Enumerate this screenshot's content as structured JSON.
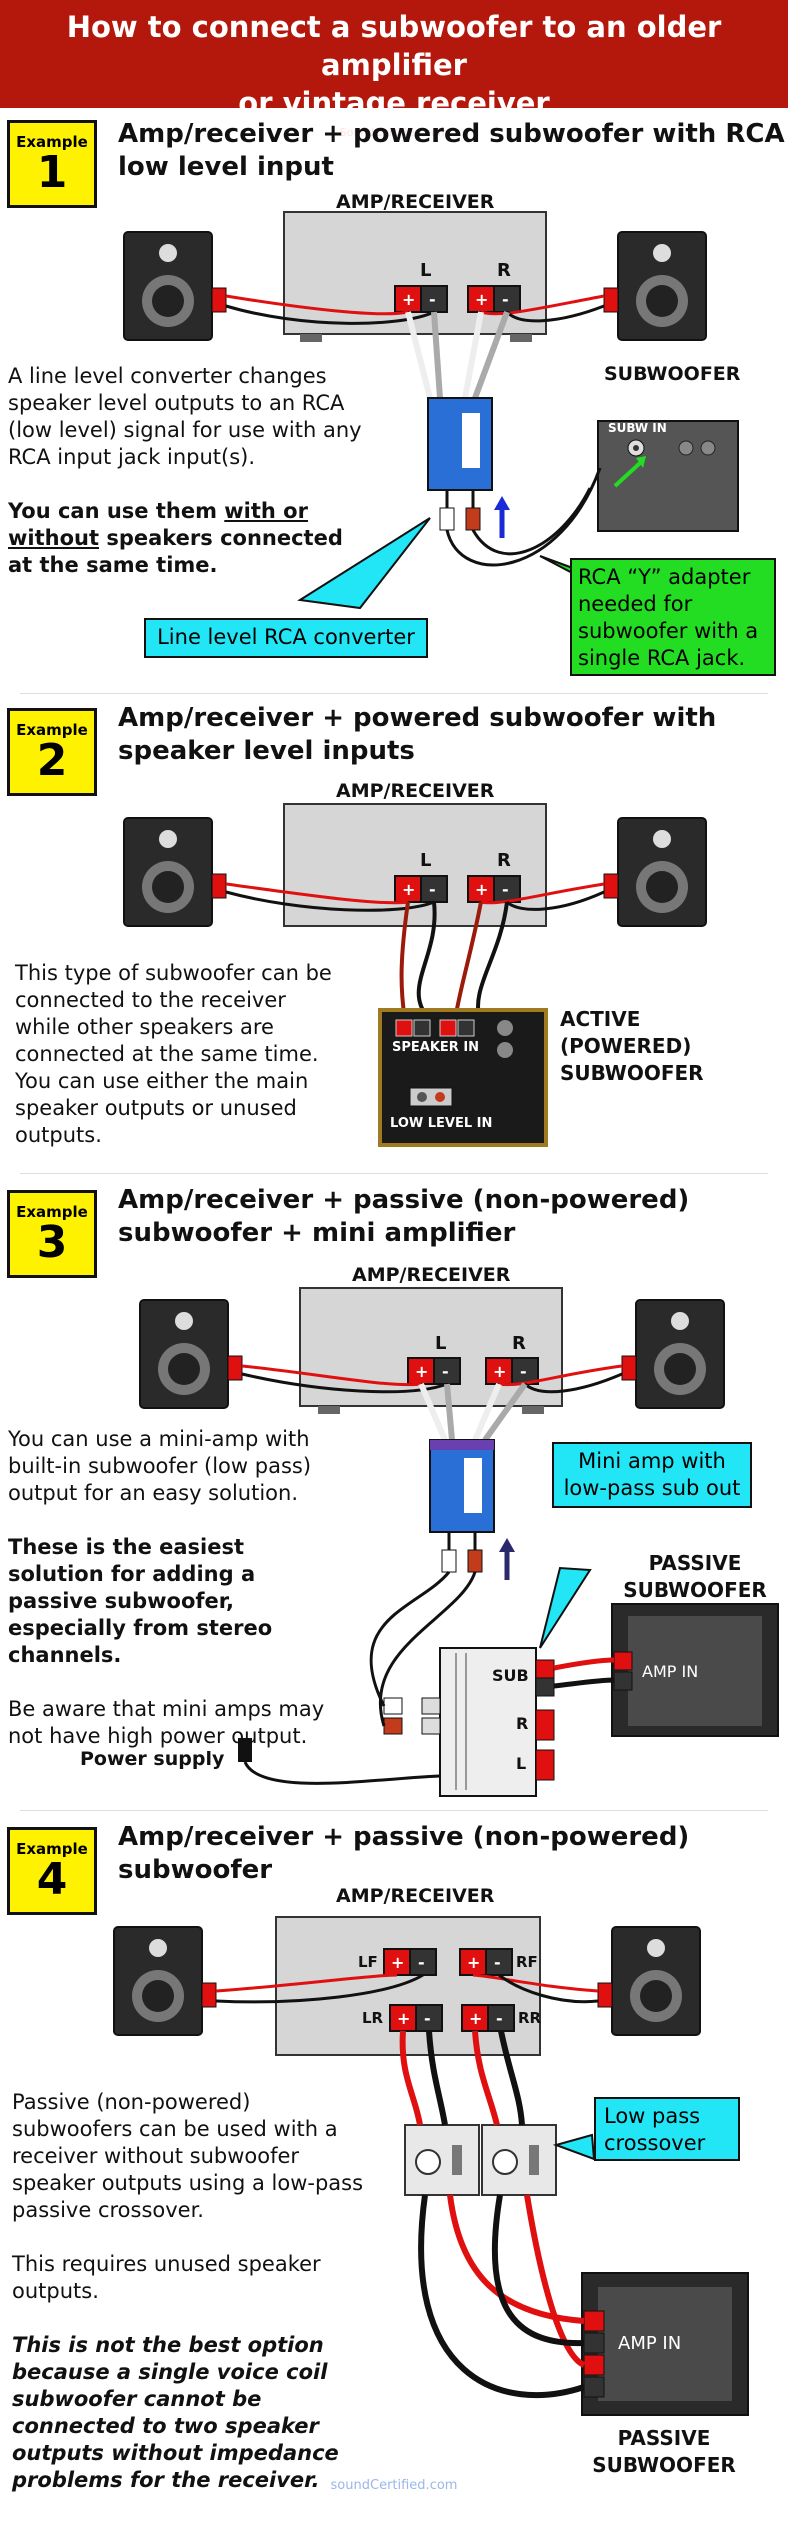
{
  "header": {
    "title_line1": "How to connect a subwoofer to an older amplifier",
    "title_line2": "or vintage receiver",
    "site": "SoundCertified.com"
  },
  "examples": [
    {
      "label": "Example",
      "number": "1",
      "title_line1": "Amp/receiver + powered subwoofer with RCA",
      "title_line2": "low level input",
      "amp_label": "AMP/RECEIVER",
      "ch_left": "L",
      "ch_right": "R",
      "sub_label": "SUBWOOFER",
      "sub_input": "SUBW IN",
      "text1": "A line level converter changes speaker level outputs to an RCA (low level) signal for use with any RCA input jack input(s).",
      "text2_a": "You can use them ",
      "text2_b": "with or without",
      "text2_c": " speakers connected at the same time.",
      "callout_converter": "Line level RCA converter",
      "callout_adapter": "RCA “Y” adapter needed for subwoofer with a single RCA jack."
    },
    {
      "label": "Example",
      "number": "2",
      "title_line1": "Amp/receiver + powered subwoofer with",
      "title_line2": "speaker level inputs",
      "amp_label": "AMP/RECEIVER",
      "ch_left": "L",
      "ch_right": "R",
      "speaker_in": "SPEAKER IN",
      "low_level_in": "LOW LEVEL IN",
      "sub_label_1": "ACTIVE",
      "sub_label_2": "(POWERED)",
      "sub_label_3": "SUBWOOFER",
      "text": "This type of subwoofer can be connected to the receiver while other speakers are connected at the same time. You can use either the main speaker outputs or unused outputs."
    },
    {
      "label": "Example",
      "number": "3",
      "title_line1": "Amp/receiver + passive (non-powered)",
      "title_line2": "subwoofer + mini amplifier",
      "amp_label": "AMP/RECEIVER",
      "ch_left": "L",
      "ch_right": "R",
      "text1": "You can use a mini-amp with built-in subwoofer (low pass) output for an easy solution.",
      "text2": "These is the easiest solution for adding a passive subwoofer, especially from stereo channels.",
      "text3": "Be aware that mini amps may not have high power output.",
      "callout_miniamp": "Mini amp with low-pass sub out",
      "sub_label_1": "PASSIVE",
      "sub_label_2": "SUBWOOFER",
      "amp_in": "AMP IN",
      "miniamp_sub": "SUB",
      "miniamp_r": "R",
      "miniamp_l": "L",
      "power_supply": "Power supply"
    },
    {
      "label": "Example",
      "number": "4",
      "title_line1": "Amp/receiver + passive (non-powered)",
      "title_line2": "subwoofer",
      "amp_label": "AMP/RECEIVER",
      "lf": "LF",
      "rf": "RF",
      "lr": "LR",
      "rr": "RR",
      "callout_crossover": "Low pass crossover",
      "text1": "Passive (non-powered) subwoofers can be used with a receiver without subwoofer speaker outputs using a low-pass passive crossover.",
      "text2": "This requires unused speaker outputs.",
      "text3": "This is not the best option because a single voice coil subwoofer cannot be connected to two speaker outputs without impedance problems for the receiver.",
      "amp_in": "AMP IN",
      "sub_label_1": "PASSIVE",
      "sub_label_2": "SUBWOOFER"
    }
  ],
  "footer": "soundCertified.com",
  "colors": {
    "header_red": "#b4170b",
    "example_yellow": "#fff200",
    "callout_cyan": "#22e6f5",
    "callout_green": "#22dd22",
    "terminal_red": "#e01010",
    "converter_blue": "#2a6fd6"
  },
  "terminal_signs": {
    "plus": "+",
    "minus": "-"
  }
}
